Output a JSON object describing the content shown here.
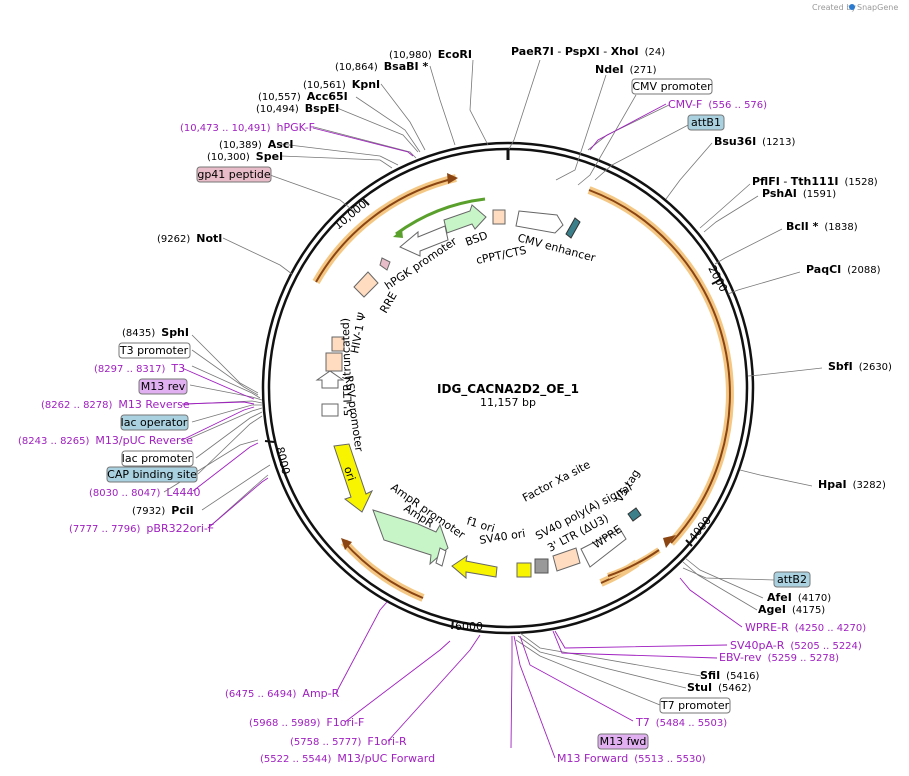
{
  "credit": {
    "prefix": "Created by",
    "brand": "SnapGene"
  },
  "plasmid": {
    "name": "IDG_CACNA2D2_OE_1",
    "size": "11,157 bp"
  },
  "ticks": [
    "2000",
    "4000",
    "6000",
    "8000",
    "10,000"
  ],
  "enzymes_left": [
    {
      "pos": "(10,980)",
      "name": "EcoRI"
    },
    {
      "pos": "(10,864)",
      "name": "BsaBI *"
    },
    {
      "pos": "(10,561)",
      "name": "KpnI"
    },
    {
      "pos": "(10,557)",
      "name": "Acc65I"
    },
    {
      "pos": "(10,494)",
      "name": "BspEI"
    },
    {
      "pos": "(10,389)",
      "name": "AscI"
    },
    {
      "pos": "(10,300)",
      "name": "SpeI"
    },
    {
      "pos": "(9262)",
      "name": "NotI"
    },
    {
      "pos": "(8435)",
      "name": "SphI"
    },
    {
      "pos": "(7932)",
      "name": "PciI"
    }
  ],
  "enzymes_right": [
    {
      "name": "PaeR7I",
      "sep1": " - ",
      "name2": "PspXI",
      "sep2": " - ",
      "name3": "XhoI",
      "pos": "(24)"
    },
    {
      "name": "NdeI",
      "pos": "(271)"
    },
    {
      "name": "Bsu36I",
      "pos": "(1213)"
    },
    {
      "name": "PflFI",
      "sep1": " - ",
      "name2": "Tth111I",
      "pos": "(1528)"
    },
    {
      "name": "PshAI",
      "pos": "(1591)"
    },
    {
      "name": "BclI *",
      "pos": "(1838)"
    },
    {
      "name": "PaqCI",
      "pos": "(2088)"
    },
    {
      "name": "SbfI",
      "pos": "(2630)"
    },
    {
      "name": "HpaI",
      "pos": "(3282)"
    },
    {
      "name": "AfeI",
      "pos": "(4170)"
    },
    {
      "name": "AgeI",
      "pos": "(4175)"
    },
    {
      "name": "SfiI",
      "pos": "(5416)"
    },
    {
      "name": "StuI",
      "pos": "(5462)"
    }
  ],
  "primers": [
    {
      "pos": "(10,473 .. 10,491)",
      "name": "hPGK-F"
    },
    {
      "name": "CMV-F",
      "pos": "(556 .. 576)"
    },
    {
      "pos": "(8297 .. 8317)",
      "name": "T3"
    },
    {
      "pos": "(8262 .. 8278)",
      "name": "M13 Reverse"
    },
    {
      "pos": "(8243 .. 8265)",
      "name": "M13/pUC Reverse"
    },
    {
      "pos": "(8030 .. 8047)",
      "name": "L4440"
    },
    {
      "pos": "(7777 .. 7796)",
      "name": "pBR322ori-F"
    },
    {
      "name": "WPRE-R",
      "pos": "(4250 .. 4270)"
    },
    {
      "name": "SV40pA-R",
      "pos": "(5205 .. 5224)"
    },
    {
      "name": "EBV-rev",
      "pos": "(5259 .. 5278)"
    },
    {
      "name": "T7",
      "pos": "(5484 .. 5503)"
    },
    {
      "name": "M13 Forward",
      "pos": "(5513 .. 5530)"
    },
    {
      "pos": "(6475 .. 6494)",
      "name": "Amp-R"
    },
    {
      "pos": "(5968 .. 5989)",
      "name": "F1ori-F"
    },
    {
      "pos": "(5758 .. 5777)",
      "name": "F1ori-R"
    },
    {
      "pos": "(5522 .. 5544)",
      "name": "M13/pUC Forward"
    }
  ],
  "boxed_labels": [
    {
      "text": "CMV promoter",
      "kind": "promoter"
    },
    {
      "text": "attB1",
      "kind": "recomb"
    },
    {
      "text": "gp41 peptide",
      "kind": "peptide"
    },
    {
      "text": "T3 promoter",
      "kind": "promoter"
    },
    {
      "text": "M13 rev",
      "kind": "primerbox"
    },
    {
      "text": "lac operator",
      "kind": "recomb"
    },
    {
      "text": "lac promoter",
      "kind": "promoter"
    },
    {
      "text": "CAP binding site",
      "kind": "recomb"
    },
    {
      "text": "attB2",
      "kind": "recomb"
    },
    {
      "text": "T7 promoter",
      "kind": "promoter"
    },
    {
      "text": "M13 fwd",
      "kind": "primerbox"
    }
  ],
  "inner_features": [
    "hPGK promoter",
    "BSD",
    "cPPT/CTS",
    "CMV enhancer",
    "RRE",
    "HIV-1 Ψ",
    "5' LTR (truncated)",
    "RSV promoter",
    "ori",
    "AmpR promoter",
    "AmpR",
    "f1 ori",
    "SV40 ori",
    "SV40 poly(A) signal",
    "3' LTR (ΔU3)",
    "Factor Xa site",
    "V5 tag",
    "WPRE"
  ],
  "colors": {
    "promoter_box": "#ffffff",
    "recomb_box": "#a9d1e0",
    "peptide_box": "#e8bcc8",
    "primer_box": "#e0b0f0",
    "primer_text": "#a020c0",
    "orf_highlight": "#f4c884",
    "orf_line": "#8b4513",
    "ori": "#f8f400",
    "ampr": "#c8f5c8",
    "ltr": "#ffdcc0"
  }
}
